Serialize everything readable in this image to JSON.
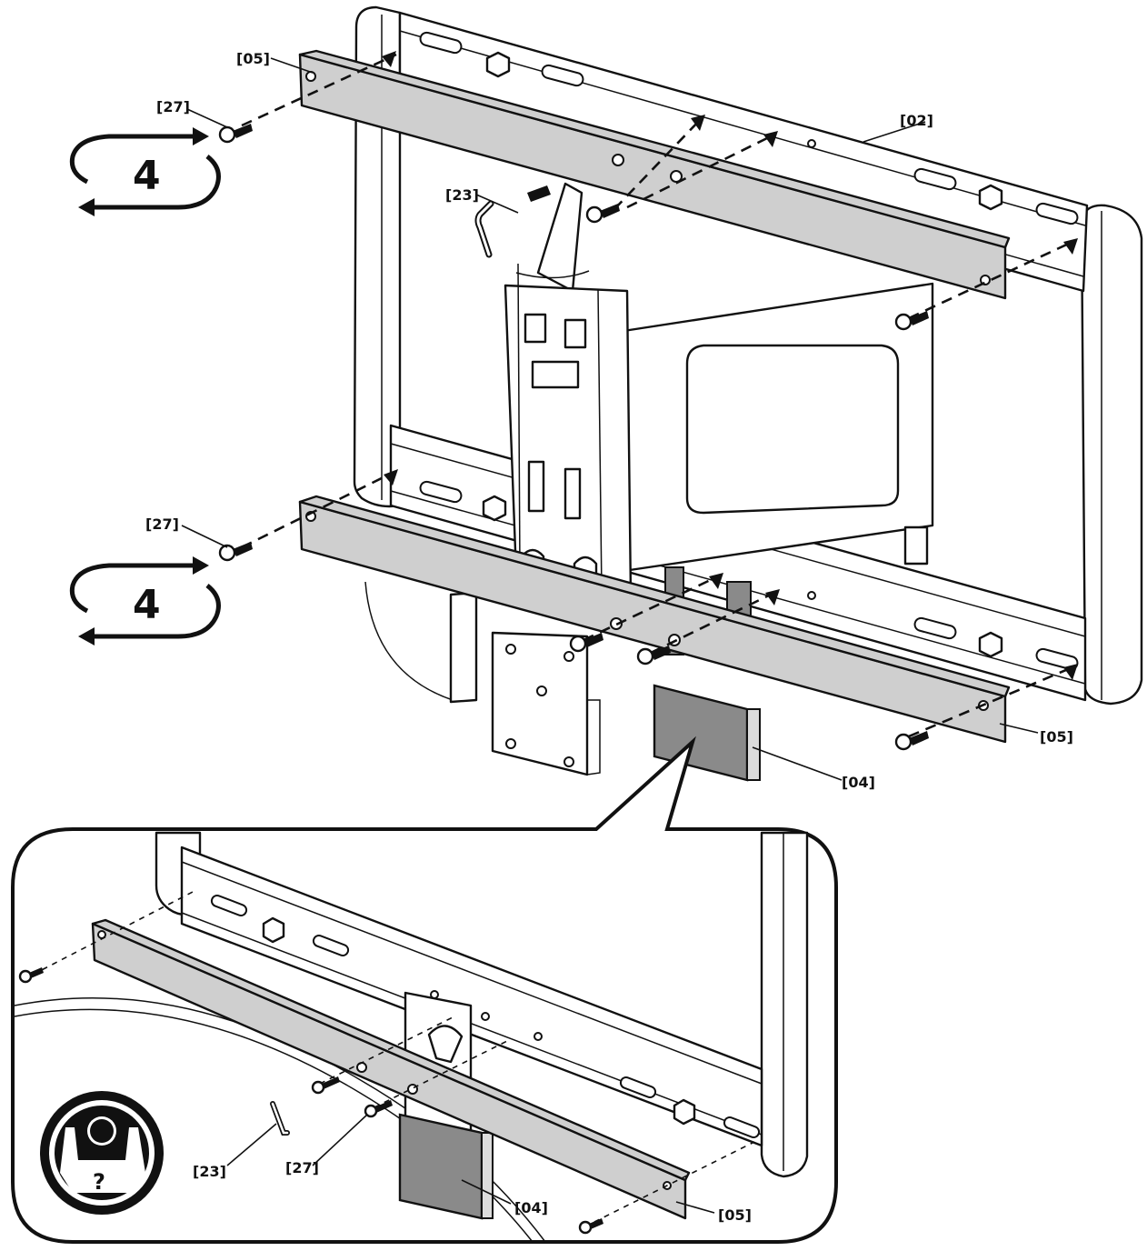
{
  "labels": {
    "part_05": "[05]",
    "part_27": "[27]",
    "part_02": "[02]",
    "part_23": "[23]",
    "part_04": "[04]"
  },
  "steps": {
    "repeat_count": "4"
  },
  "icons": {
    "repeat": "repeat-cycle-icon",
    "help": "two-person-help-icon",
    "help_glyph": "?"
  },
  "colors": {
    "line": "#111111",
    "part_fill": "#cfcfcf",
    "spacer_fill": "#8a8a8a",
    "background": "#ffffff"
  }
}
